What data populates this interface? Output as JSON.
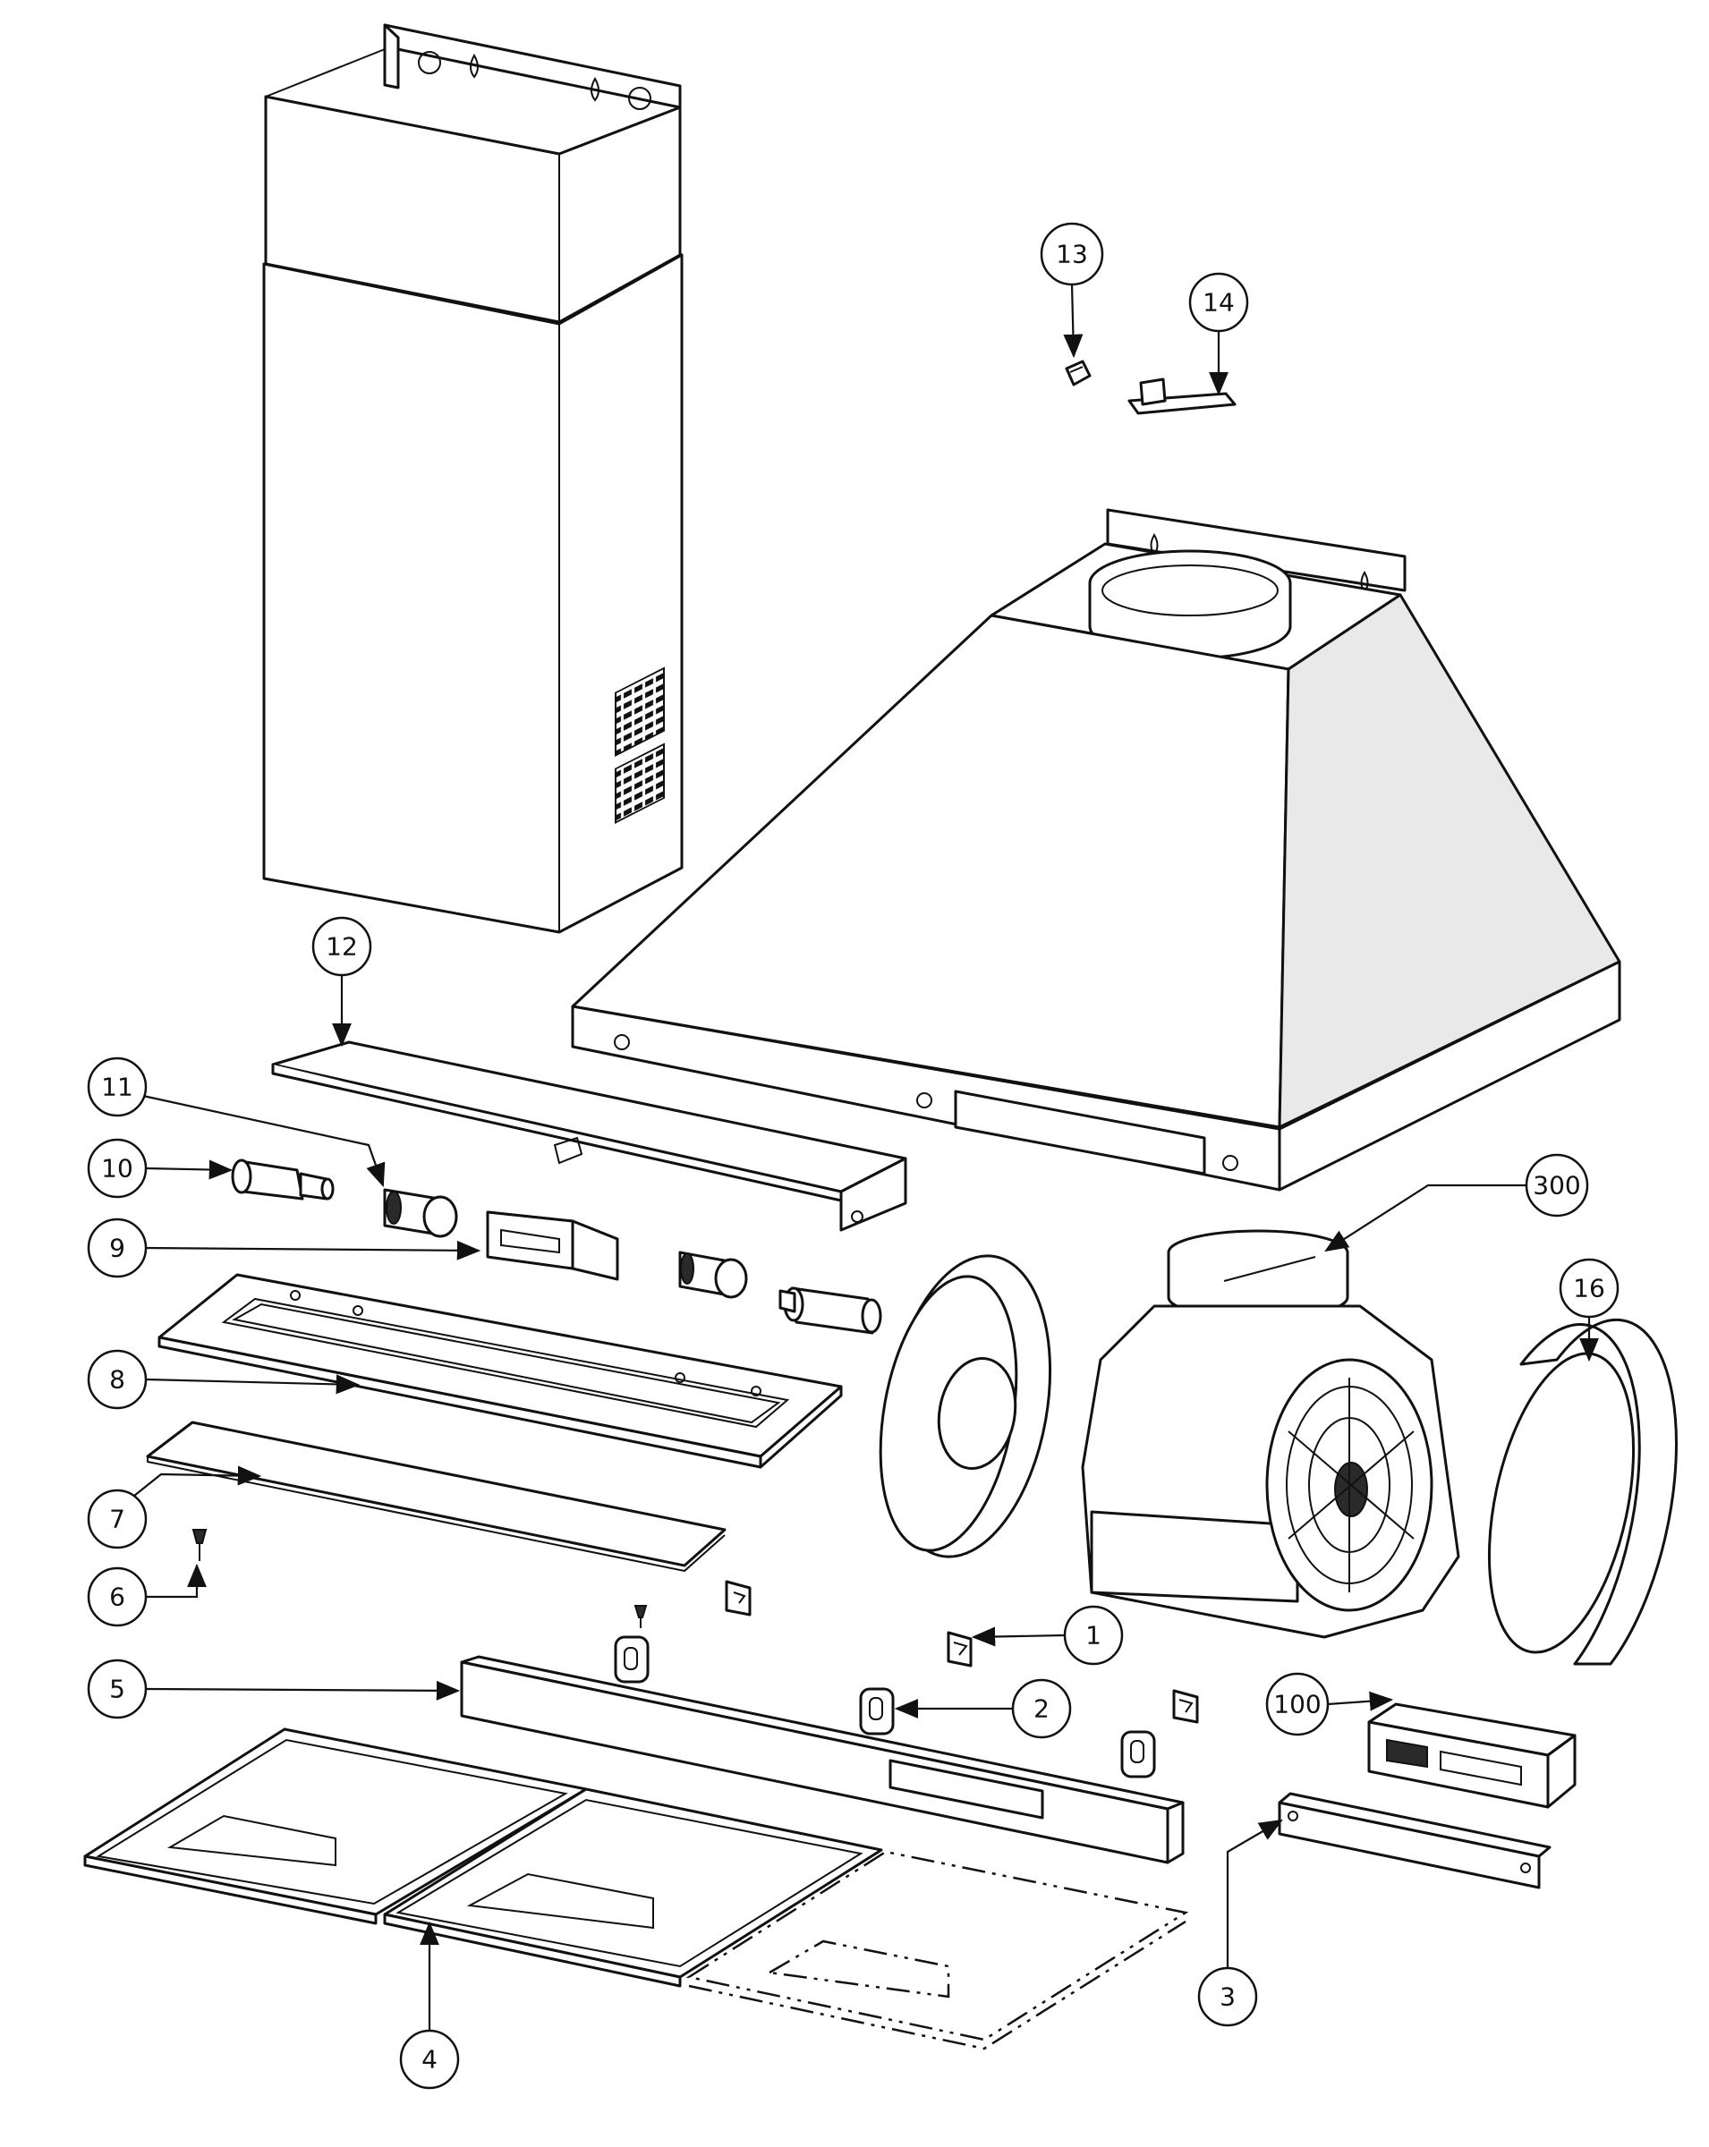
{
  "callouts": [
    {
      "label": "1"
    },
    {
      "label": "2"
    },
    {
      "label": "3"
    },
    {
      "label": "4"
    },
    {
      "label": "5"
    },
    {
      "label": "6"
    },
    {
      "label": "7"
    },
    {
      "label": "8"
    },
    {
      "label": "9"
    },
    {
      "label": "10"
    },
    {
      "label": "11"
    },
    {
      "label": "12"
    },
    {
      "label": "13"
    },
    {
      "label": "14"
    },
    {
      "label": "16"
    },
    {
      "label": "100"
    },
    {
      "label": "300"
    }
  ]
}
